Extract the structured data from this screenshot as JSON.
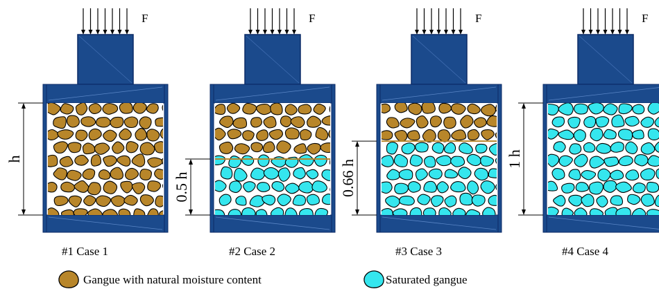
{
  "force_label": "F",
  "colors": {
    "frame": "#1b4a8c",
    "frame_stroke": "#0b2a66",
    "natural": "#b8862a",
    "saturated": "#35e6ee",
    "background": "#ffffff"
  },
  "cases": [
    {
      "caption": "#1 Case 1",
      "height_label": "h",
      "saturated_fraction": 0
    },
    {
      "caption": "#2 Case 2",
      "height_label": "0.5 h",
      "saturated_fraction": 0.5
    },
    {
      "caption": "#3 Case 3",
      "height_label": "0.66 h",
      "saturated_fraction": 0.66
    },
    {
      "caption": "#4 Case 4",
      "height_label": "1 h",
      "saturated_fraction": 1
    }
  ],
  "legend": {
    "natural_label": "Gangue with natural moisture content",
    "saturated_label": "Saturated gangue"
  }
}
